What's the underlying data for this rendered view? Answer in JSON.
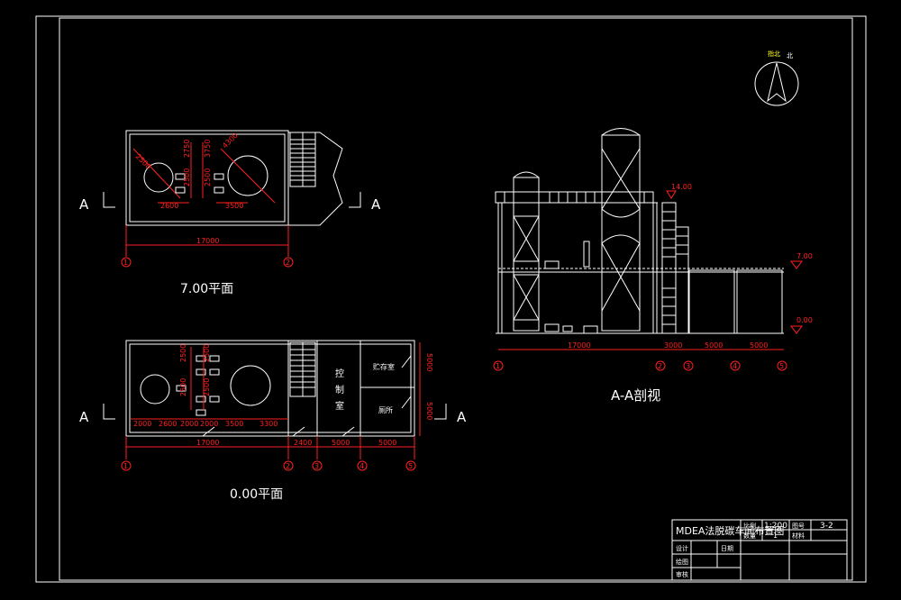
{
  "plan_upper": {
    "title": "7.00平面",
    "dims": {
      "d1": "2500",
      "d2": "4300",
      "d3": "2750",
      "d4": "3750",
      "d5": "2500",
      "d6": "2500",
      "d7": "2600",
      "d8": "3500",
      "total": "17000"
    },
    "section_label": "A",
    "axes": [
      "1",
      "2"
    ]
  },
  "plan_lower": {
    "title": "0.00平面",
    "dims_x": [
      "2000",
      "2600",
      "2000",
      "2000",
      "3500",
      "3300"
    ],
    "dims_y": [
      "2500",
      "2500",
      "2500",
      "2500"
    ],
    "total": "17000",
    "bottom_dims": [
      "2400",
      "5000",
      "5000"
    ],
    "right_dims": [
      "5000",
      "5000"
    ],
    "rooms": {
      "control_1": "控",
      "control_2": "制",
      "control_3": "室",
      "storage": "贮存室",
      "toilet": "厕所"
    },
    "section_label": "A",
    "axes": [
      "1",
      "2",
      "3",
      "4",
      "5"
    ]
  },
  "section": {
    "title": "A-A剖视",
    "elevations": [
      "14.00",
      "7.00",
      "0.00"
    ],
    "dims": [
      "17000",
      "3000",
      "5000",
      "5000"
    ],
    "axes": [
      "1",
      "2",
      "3",
      "4",
      "5"
    ]
  },
  "north": {
    "label": "北",
    "top_label": "指北"
  },
  "title_block": {
    "project": "MDEA法脱碳车间布置图",
    "scale_label": "比例",
    "scale": "1:200",
    "drawing_no_label": "图号",
    "drawing_no": "3-2",
    "qty_label": "数量",
    "qty": "1",
    "material_label": "材料",
    "design_label": "设计",
    "date_label": "日期",
    "draw_label": "绘图",
    "review_label": "审核"
  }
}
